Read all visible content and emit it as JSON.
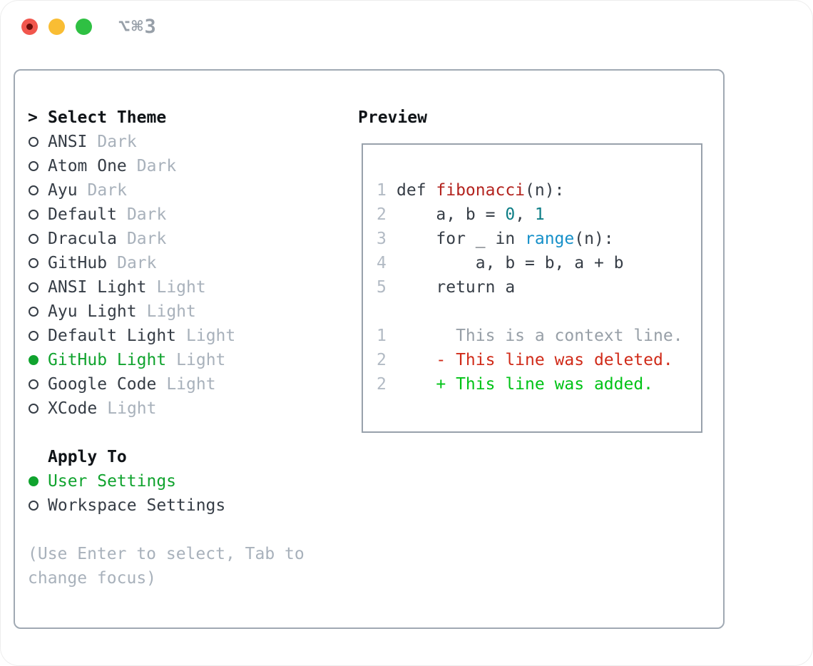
{
  "window": {
    "shortcut_label": "⌥⌘3",
    "traffic_lights": [
      {
        "name": "close",
        "color": "#f1564d"
      },
      {
        "name": "minimize",
        "color": "#f9bd33"
      },
      {
        "name": "zoom",
        "color": "#2fc043"
      }
    ]
  },
  "theme_panel": {
    "header": {
      "cursor": ">",
      "label": "Select Theme"
    },
    "themes": [
      {
        "name": "ANSI",
        "tag": "Dark",
        "selected": false
      },
      {
        "name": "Atom One",
        "tag": "Dark",
        "selected": false
      },
      {
        "name": "Ayu",
        "tag": "Dark",
        "selected": false
      },
      {
        "name": "Default",
        "tag": "Dark",
        "selected": false
      },
      {
        "name": "Dracula",
        "tag": "Dark",
        "selected": false
      },
      {
        "name": "GitHub",
        "tag": "Dark",
        "selected": false
      },
      {
        "name": "ANSI Light",
        "tag": "Light",
        "selected": false
      },
      {
        "name": "Ayu Light",
        "tag": "Light",
        "selected": false
      },
      {
        "name": "Default Light",
        "tag": "Light",
        "selected": false
      },
      {
        "name": "GitHub Light",
        "tag": "Light",
        "selected": true
      },
      {
        "name": "Google Code",
        "tag": "Light",
        "selected": false
      },
      {
        "name": "XCode",
        "tag": "Light",
        "selected": false
      }
    ],
    "apply_to": {
      "label": "Apply To",
      "options": [
        {
          "name": "User Settings",
          "selected": true
        },
        {
          "name": "Workspace Settings",
          "selected": false
        }
      ]
    },
    "hint": "(Use Enter to select, Tab to change focus)"
  },
  "preview": {
    "label": "Preview",
    "code_lines": [
      {
        "num": "1",
        "tokens": [
          {
            "text": "def ",
            "style": "fg"
          },
          {
            "text": "fibonacci",
            "style": "func"
          },
          {
            "text": "(n):",
            "style": "fg"
          }
        ]
      },
      {
        "num": "2",
        "tokens": [
          {
            "text": "    a, b = ",
            "style": "fg"
          },
          {
            "text": "0",
            "style": "num"
          },
          {
            "text": ", ",
            "style": "fg"
          },
          {
            "text": "1",
            "style": "num"
          }
        ]
      },
      {
        "num": "3",
        "tokens": [
          {
            "text": "    for _ in ",
            "style": "fg"
          },
          {
            "text": "range",
            "style": "builtin"
          },
          {
            "text": "(n):",
            "style": "fg"
          }
        ]
      },
      {
        "num": "4",
        "tokens": [
          {
            "text": "        a, b = b, a + b",
            "style": "fg"
          }
        ]
      },
      {
        "num": "5",
        "tokens": [
          {
            "text": "    return a",
            "style": "fg"
          }
        ]
      },
      {
        "num": "",
        "tokens": []
      },
      {
        "num": "1",
        "tokens": [
          {
            "text": "      This is a context line.",
            "style": "ctx"
          }
        ]
      },
      {
        "num": "2",
        "tokens": [
          {
            "text": "    - This line was deleted.",
            "style": "del"
          }
        ]
      },
      {
        "num": "2",
        "tokens": [
          {
            "text": "    + This line was added.",
            "style": "add"
          }
        ]
      }
    ]
  },
  "colors": {
    "selection_green": "#10a32e",
    "added_green": "#00c316",
    "deleted_red": "#d02b19",
    "function_red": "#b3231e",
    "number_teal": "#0d7e86",
    "builtin_blue": "#1690c9",
    "foreground": "#363d46",
    "muted_gray": "#a8b1bb",
    "border_gray": "#a0a9b3"
  }
}
